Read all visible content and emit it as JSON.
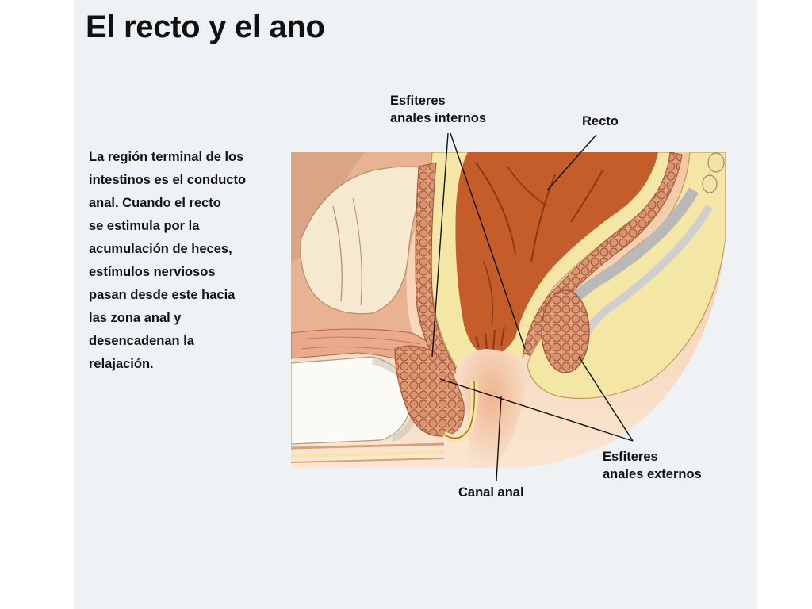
{
  "title": "El recto y el ano",
  "body_lines": [
    "La región terminal de los",
    "intestinos es el conducto",
    "anal. Cuando el recto",
    "se estimula por la",
    "acumulación de heces,",
    "estímulos nerviosos",
    "pasan desde este hacia",
    "las zona anal y",
    "desencadenan la",
    "relajación."
  ],
  "labels": {
    "internal_sphincters": [
      "Esfiteres",
      "anales internos"
    ],
    "rectum": "Recto",
    "external_sphincters": [
      "Esfiteres",
      "anales externos"
    ],
    "anal_canal": "Canal anal"
  },
  "colors": {
    "panel": "#eef2f5",
    "rectum_lumen": "#c55d2a",
    "rectum_wall": "#f0c79a",
    "muscle": "#d8936f",
    "fat": "#f4e6a4",
    "skin": "#f6d7b8",
    "bone": "#fbfaf5",
    "ligament": "#b9b9b9"
  }
}
